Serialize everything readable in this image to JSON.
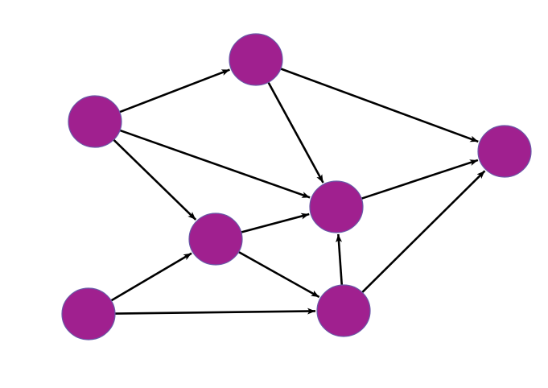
{
  "diagram": {
    "type": "directed-graph",
    "node_color": "#A0208F",
    "node_border_color": "#6A5AA8",
    "edge_color": "#000000",
    "background": "#FFFFFF",
    "nodes": [
      {
        "id": "n1",
        "label": ""
      },
      {
        "id": "n2",
        "label": ""
      },
      {
        "id": "n3",
        "label": ""
      },
      {
        "id": "n4",
        "label": ""
      },
      {
        "id": "n5",
        "label": ""
      },
      {
        "id": "n6",
        "label": ""
      },
      {
        "id": "n7",
        "label": ""
      }
    ],
    "edges": [
      {
        "from": "n1",
        "to": "n2"
      },
      {
        "from": "n1",
        "to": "n5"
      },
      {
        "from": "n1",
        "to": "n4"
      },
      {
        "from": "n2",
        "to": "n3"
      },
      {
        "from": "n2",
        "to": "n5"
      },
      {
        "from": "n5",
        "to": "n3"
      },
      {
        "from": "n4",
        "to": "n5"
      },
      {
        "from": "n4",
        "to": "n7"
      },
      {
        "from": "n6",
        "to": "n4"
      },
      {
        "from": "n6",
        "to": "n7"
      },
      {
        "from": "n7",
        "to": "n5"
      },
      {
        "from": "n7",
        "to": "n3"
      }
    ]
  }
}
